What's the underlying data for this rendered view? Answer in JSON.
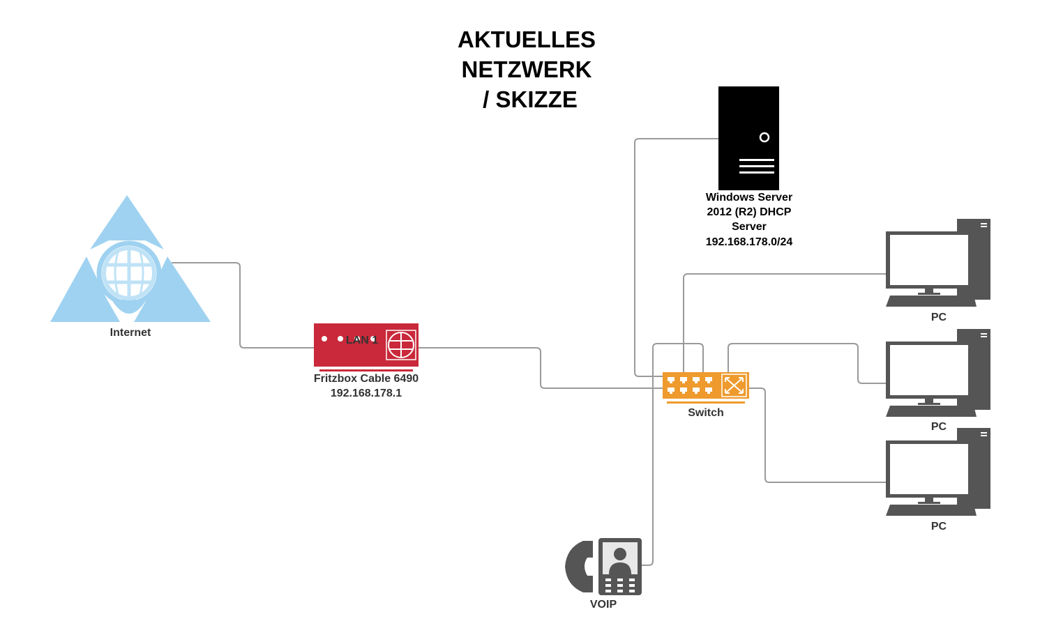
{
  "title": {
    "line1": "AKTUELLES",
    "line2": "NETZWERK",
    "line3": "/ SKIZZE"
  },
  "nodes": {
    "internet": {
      "label": "Internet",
      "icon": "internet-globe-icon",
      "color": "#9fd2f0"
    },
    "fritzbox": {
      "label_line1": "Fritzbox Cable 6490",
      "label_line2": "192.168.178.1",
      "port_label": "LAN 1",
      "icon": "router-icon",
      "color": "#c9293a"
    },
    "server": {
      "label_line1": "Windows Server",
      "label_line2": "2012 (R2) DHCP",
      "label_line3": "Server",
      "label_line4": "192.168.178.0/24",
      "icon": "server-tower-icon",
      "color": "#000000"
    },
    "switch": {
      "label": "Switch",
      "icon": "network-switch-icon",
      "color": "#ee9a2d"
    },
    "pc1": {
      "label": "PC",
      "icon": "desktop-pc-icon",
      "color": "#555555"
    },
    "pc2": {
      "label": "PC",
      "icon": "desktop-pc-icon",
      "color": "#555555"
    },
    "pc3": {
      "label": "PC",
      "icon": "desktop-pc-icon",
      "color": "#555555"
    },
    "voip": {
      "label": "VOIP",
      "icon": "voip-phone-icon",
      "color": "#555555"
    }
  },
  "edges": [
    {
      "from": "internet",
      "to": "fritzbox"
    },
    {
      "from": "fritzbox",
      "to": "switch"
    },
    {
      "from": "server",
      "to": "switch"
    },
    {
      "from": "switch",
      "to": "pc1"
    },
    {
      "from": "switch",
      "to": "pc2"
    },
    {
      "from": "switch",
      "to": "pc3"
    },
    {
      "from": "switch",
      "to": "voip"
    }
  ]
}
